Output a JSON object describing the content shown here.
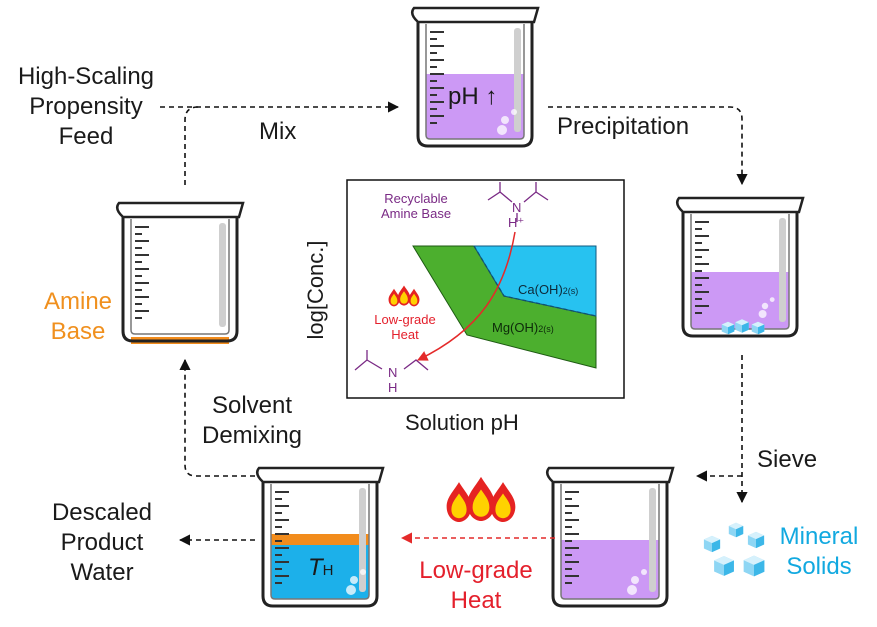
{
  "labels": {
    "feed": [
      "High-Scaling",
      "Propensity",
      "Feed"
    ],
    "mix": "Mix",
    "precipitation": "Precipitation",
    "sieve": "Sieve",
    "mineral_solids": [
      "Mineral",
      "Solids"
    ],
    "low_grade_heat": [
      "Low-grade",
      "Heat"
    ],
    "descaled_water": [
      "Descaled",
      "Product",
      "Water"
    ],
    "solvent_demixing": [
      "Solvent",
      "Demixing"
    ],
    "amine_base": [
      "Amine",
      "Base"
    ],
    "ph_up": "pH ↑",
    "t_high_main": "T",
    "t_high_sub": "H"
  },
  "inset": {
    "y_axis": "log[Conc.]",
    "x_axis": "Solution pH",
    "recyclable": [
      "Recyclable",
      "Amine Base"
    ],
    "h_plus": "H⁺",
    "heat": [
      "Low-grade",
      "Heat"
    ],
    "ca_region_main": "Ca(OH)",
    "ca_region_sub": "2(s)",
    "mg_region_main": "Mg(OH)",
    "mg_region_sub": "2(s)"
  },
  "colors": {
    "purple_liquid": "#cc99f5",
    "orange_liquid": "#f28c1c",
    "blue_liquid": "#1cb0ea",
    "green_region": "#4caf2e",
    "blue_region": "#27c2f0",
    "arrow_red": "#e42a2a",
    "label_orange": "#f0901e",
    "label_red": "#e4202c",
    "label_cyan": "#12a9e0",
    "amine_purple": "#7a2a85"
  },
  "icons": [
    "beaker-icon",
    "flame-icon",
    "cube-icon",
    "amine-molecule-icon"
  ]
}
